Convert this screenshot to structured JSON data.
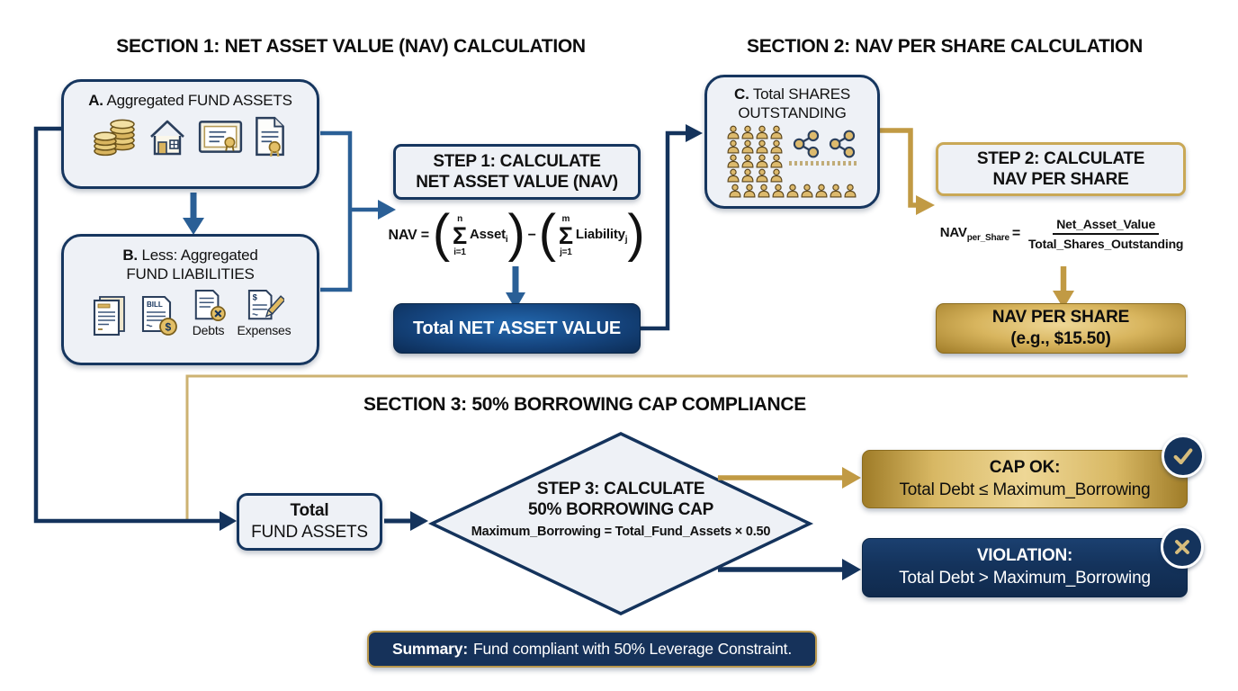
{
  "section1": {
    "title": "SECTION 1: NET ASSET VALUE (NAV) CALCULATION",
    "box_a": {
      "prefix": "A.",
      "label": "Aggregated FUND ASSETS",
      "icons": [
        "coins-icon",
        "house-icon",
        "certificate-icon",
        "document-ribbon-icon"
      ]
    },
    "box_b": {
      "prefix": "B.",
      "line1_rest": "Less: Aggregated",
      "line2": "FUND LIABILITIES",
      "icons": [
        "invoice-stack-icon",
        "bill-coin-icon",
        "debts-doc-icon",
        "expenses-pencil-icon"
      ],
      "debts_label": "Debts",
      "expenses_label": "Expenses"
    },
    "step1_box": {
      "line1": "STEP 1: CALCULATE",
      "line2": "NET ASSET VALUE (NAV)"
    },
    "formula": {
      "lhs": "NAV =",
      "paren_open": "(",
      "paren_close": ")",
      "sum1_top": "n",
      "sum1_sym": "Σ",
      "sum1_bot": "i=1",
      "term1": "Asset",
      "term1_sub": "i",
      "minus": "−",
      "sum2_top": "m",
      "sum2_sym": "Σ",
      "sum2_bot": "j=1",
      "term2": "Liability",
      "term2_sub": "j"
    },
    "result_box": "Total NET ASSET VALUE"
  },
  "section2": {
    "title": "SECTION 2: NAV PER SHARE CALCULATION",
    "box_c": {
      "prefix": "C.",
      "line1_rest": "Total SHARES",
      "line2": "OUTSTANDING",
      "people_rows": [
        4,
        4,
        4,
        4
      ],
      "bottom_row_count": 9,
      "share_icon_count": 2
    },
    "step2_box": {
      "line1": "STEP 2: CALCULATE",
      "line2": "NAV PER SHARE"
    },
    "formula": {
      "lhs_main": "NAV",
      "lhs_sub": "per_Share",
      "equals": "=",
      "numerator": "Net_Asset_Value",
      "denominator": "Total_Shares_Outstanding"
    },
    "result_box": {
      "line1": "NAV PER SHARE",
      "line2": "(e.g., $15.50)"
    }
  },
  "section3": {
    "title": "SECTION 3: 50% BORROWING CAP COMPLIANCE",
    "input_box": {
      "line1": "Total",
      "line2": "FUND ASSETS"
    },
    "decision": {
      "line1": "STEP 3: CALCULATE",
      "line2": "50% BORROWING CAP",
      "formula": "Maximum_Borrowing = Total_Fund_Assets × 0.50"
    },
    "ok_box": {
      "head": "CAP OK:",
      "text": "Total Debt ≤ Maximum_Borrowing",
      "badge": "check-icon"
    },
    "violation_box": {
      "head": "VIOLATION:",
      "text": "Total Debt > Maximum_Borrowing",
      "badge": "x-icon"
    },
    "summary": {
      "prefix": "Summary:",
      "text": "Fund compliant with 50% Leverage Constraint."
    }
  },
  "colors": {
    "navy": "#14335c",
    "steel_blue": "#2a5f96",
    "gold": "#c19a44",
    "gold_light": "#cdb271",
    "light_fill": "#eef1f6"
  }
}
